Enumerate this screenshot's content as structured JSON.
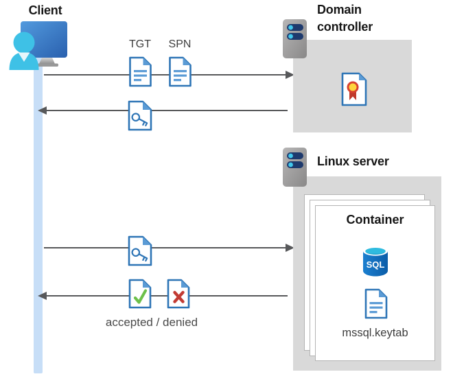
{
  "client": {
    "label": "Client"
  },
  "flow_top": {
    "tgt_label": "TGT",
    "spn_label": "SPN"
  },
  "domain_controller": {
    "label": "Domain controller"
  },
  "linux_server": {
    "label": "Linux server",
    "container": {
      "label": "Container",
      "sql_text": "SQL",
      "keytab_label": "mssql.keytab"
    }
  },
  "flow_bottom": {
    "result_label": "accepted / denied"
  },
  "colors": {
    "doc_border_blue": "#2e75b6",
    "doc_fill_blue": "#5b9bd5",
    "lifeline_blue": "#c7def7",
    "panel_gray": "#d9d9d9",
    "arrow_gray": "#57585a",
    "server_navy": "#1e3a6d",
    "server_dot_cyan": "#41c8ec",
    "person_cyan": "#3ec1e6",
    "monitor_blue": "#2a64b2",
    "check_green": "#6cc04a",
    "deny_red": "#c23b33",
    "seal_yellow": "#ffd43c",
    "seal_ring_red": "#d8402f",
    "sql_body_blue": "#0b5da8",
    "sql_top_teal": "#2fbbdf"
  }
}
